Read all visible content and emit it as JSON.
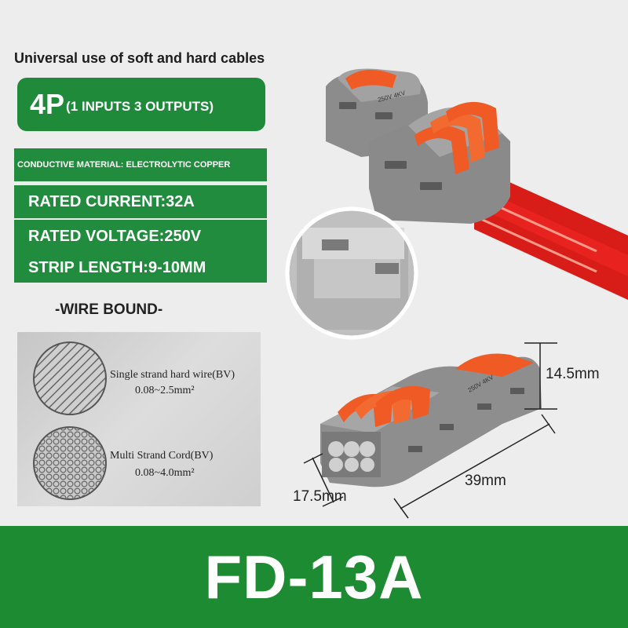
{
  "headline": "Universal use of soft and hard cables",
  "badge": {
    "main": "4P",
    "sub": "(1 INPUTS 3 OUTPUTS)"
  },
  "specs": [
    "CONDUCTIVE MATERIAL: ELECTROLYTIC COPPER",
    "RATED CURRENT:32A",
    "RATED VOLTAGE:250V",
    "STRIP LENGTH:9-10MM"
  ],
  "wire_bound": {
    "title": "-WIRE BOUND-",
    "items": [
      {
        "name": "Single strand hard wire(BV)",
        "range": "0.08~2.5mm²"
      },
      {
        "name": "Multi Strand Cord(BV)",
        "range": "0.08~4.0mm²"
      }
    ]
  },
  "connector_marking": "250V 4KV",
  "dimensions": {
    "height": "14.5mm",
    "length": "39mm",
    "width": "17.5mm"
  },
  "model": "FD-13A",
  "colors": {
    "brand_green": "#1f8b3a",
    "lever_orange": "#f05a24",
    "body_gray": "#8e8e8e",
    "wire_red": "#e8231f"
  }
}
